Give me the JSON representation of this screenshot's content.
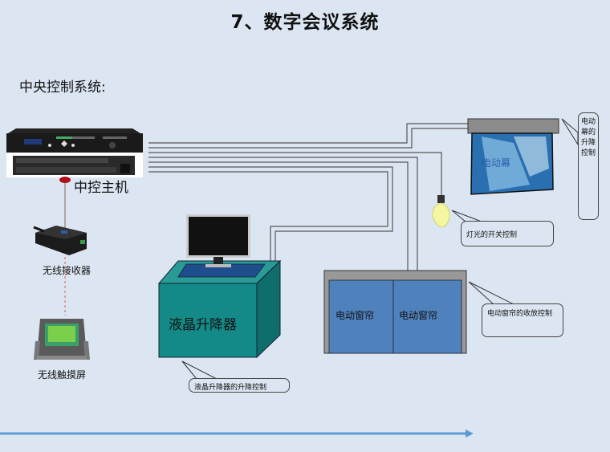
{
  "title": "7、数字会议系统",
  "subtitle": "中央控制系统:",
  "devices": {
    "host": "中控主机",
    "receiver": "无线接收器",
    "touchscreen": "无线触摸屏",
    "lcd_lift": "液晶升降器",
    "screen": "电动幕",
    "curtain_left": "电动窗帘",
    "curtain_right": "电动窗帘"
  },
  "callouts": {
    "screen_control": "电动幕的升降控制",
    "light_control": "灯光的开关控制",
    "curtain_control": "电动窗帘的收放控制",
    "lcd_control": "液晶升降器的升降控制"
  },
  "colors": {
    "background": "#dce6f2",
    "lift_box": "#138a87",
    "curtain": "#4f81bd",
    "arrow": "#5b9bd5"
  }
}
